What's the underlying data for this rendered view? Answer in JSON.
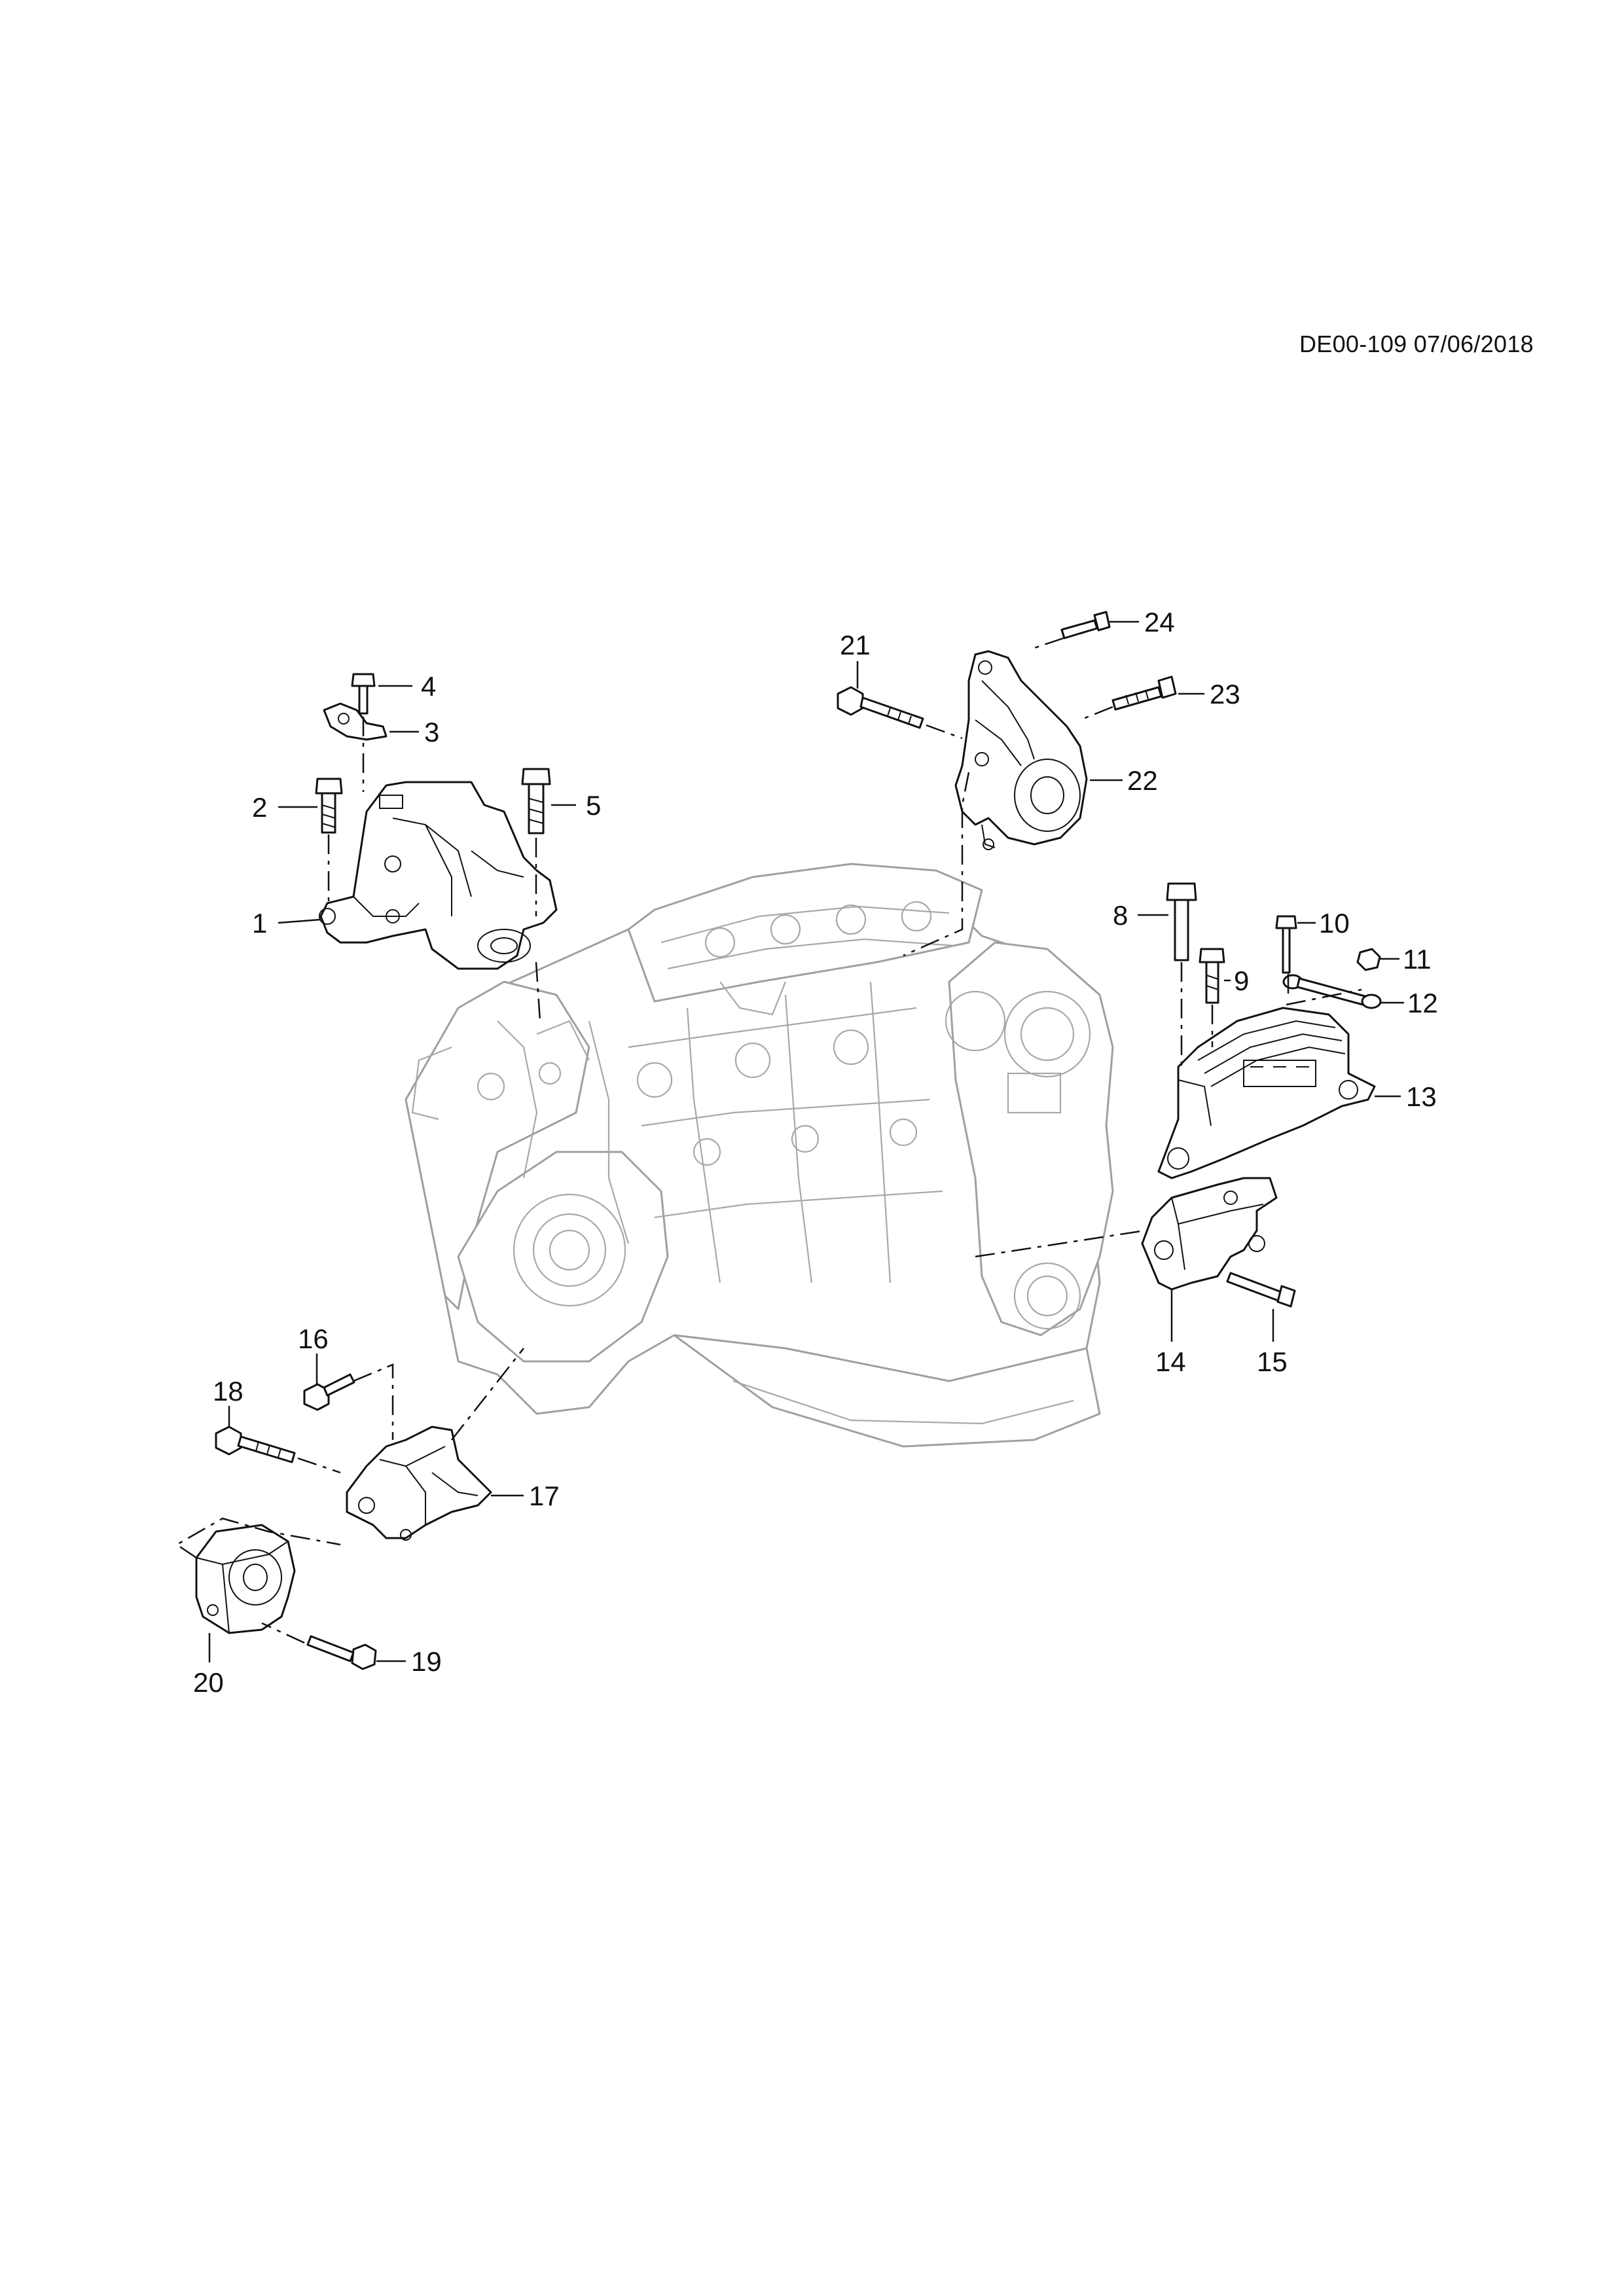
{
  "document_reference": "DE00-109 07/06/2018",
  "callouts": [
    {
      "id": "c1",
      "label": "1"
    },
    {
      "id": "c2",
      "label": "2"
    },
    {
      "id": "c3",
      "label": "3"
    },
    {
      "id": "c4",
      "label": "4"
    },
    {
      "id": "c5",
      "label": "5"
    },
    {
      "id": "c8",
      "label": "8"
    },
    {
      "id": "c9",
      "label": "9"
    },
    {
      "id": "c10",
      "label": "10"
    },
    {
      "id": "c11",
      "label": "11"
    },
    {
      "id": "c12",
      "label": "12"
    },
    {
      "id": "c13",
      "label": "13"
    },
    {
      "id": "c14",
      "label": "14"
    },
    {
      "id": "c15",
      "label": "15"
    },
    {
      "id": "c16",
      "label": "16"
    },
    {
      "id": "c17",
      "label": "17"
    },
    {
      "id": "c18",
      "label": "18"
    },
    {
      "id": "c19",
      "label": "19"
    },
    {
      "id": "c20",
      "label": "20"
    },
    {
      "id": "c21",
      "label": "21"
    },
    {
      "id": "c22",
      "label": "22"
    },
    {
      "id": "c23",
      "label": "23"
    },
    {
      "id": "c24",
      "label": "24"
    }
  ]
}
